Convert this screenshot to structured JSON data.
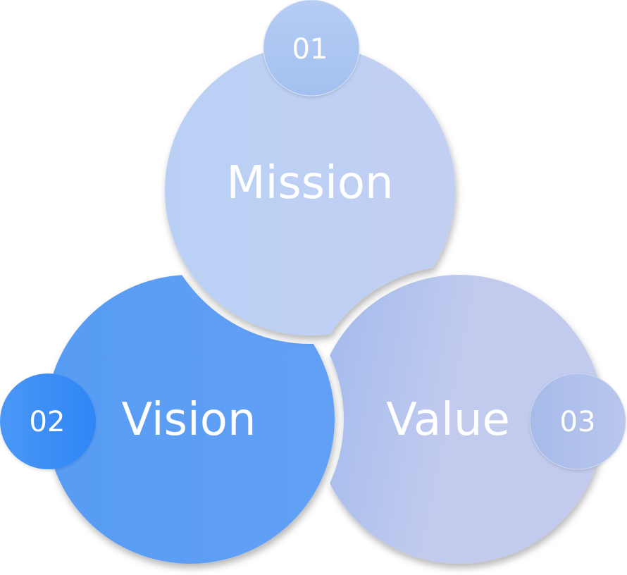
{
  "diagram": {
    "title": "Mission Vision Value",
    "items": [
      {
        "number": "01",
        "label": "Mission",
        "color_light": "#b9d0f4",
        "color_dark": "#c2cff2",
        "badge_color_top": "#b6cdf3",
        "badge_color_bottom": "#a3c0f0"
      },
      {
        "number": "02",
        "label": "Vision",
        "color_light": "#579cf4",
        "color_dark": "#62a0f5",
        "badge_color_top": "#4a97f6",
        "badge_color_bottom": "#2f86f5"
      },
      {
        "number": "03",
        "label": "Value",
        "color_light": "#9fb8ec",
        "color_dark": "#c2cbee",
        "badge_color_top": "#a6bbea",
        "badge_color_bottom": "#b9c6ec"
      }
    ]
  }
}
